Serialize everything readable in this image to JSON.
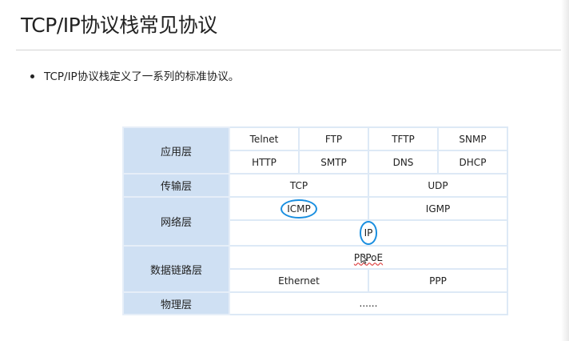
{
  "slide": {
    "title": "TCP/IP协议栈常见协议",
    "bullet": "TCP/IP协议栈定义了一系列的标准协议。"
  },
  "table": {
    "application": {
      "label": "应用层",
      "row1": [
        "Telnet",
        "FTP",
        "TFTP",
        "SNMP"
      ],
      "row2": [
        "HTTP",
        "SMTP",
        "DNS",
        "DHCP"
      ]
    },
    "transport": {
      "label": "传输层",
      "protocols": [
        "TCP",
        "UDP"
      ]
    },
    "network": {
      "label": "网络层",
      "row1": [
        "ICMP",
        "IGMP"
      ],
      "row2": "IP"
    },
    "datalink": {
      "label": "数据链路层",
      "row1": "PPPoE",
      "row2": [
        "Ethernet",
        "PPP"
      ]
    },
    "physical": {
      "label": "物理层",
      "value": "......"
    }
  },
  "colors": {
    "layer_fill": "#cfe0f3",
    "grid": "#dde9f6",
    "annotation": "#1a8fe0"
  }
}
